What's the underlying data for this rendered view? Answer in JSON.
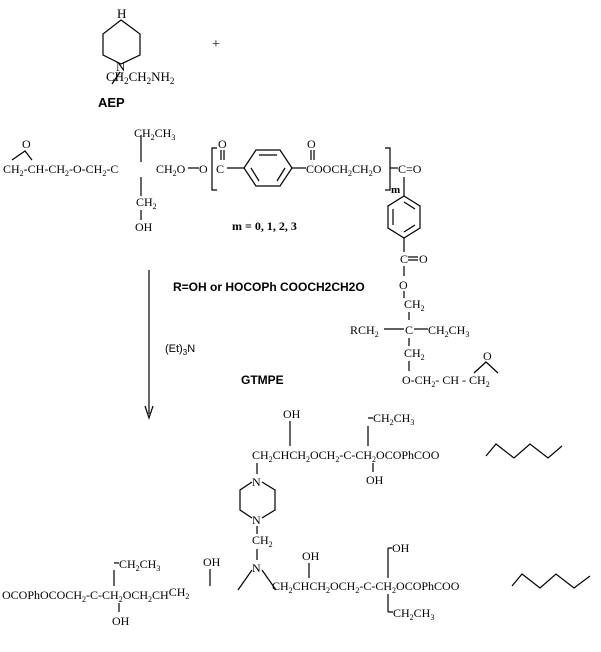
{
  "labels": {
    "plus": "+",
    "aep": "AEP",
    "gtmpe": "GTMPE",
    "catalyst_et": "(Et)",
    "catalyst_sub": "3",
    "catalyst_n": "N",
    "m_values": "m = 0, 1, 2, 3",
    "r_definition": "R=OH or HOCOPh COOCH2CH2O"
  },
  "aep": {
    "h": "H",
    "n_ring": "N",
    "n_chain": "N",
    "chain": "CH",
    "chain2": "CH",
    "nh": "NH"
  },
  "diglycidyl": {
    "left_chain": "CH",
    "left_chain2": "-CH-CH",
    "left_chain3": "-O-CH",
    "left_chain4": "-C",
    "ch2_1": "CH",
    "ethyl_top": "CH",
    "ethyl_top2": "CH",
    "ch2_down": "CH",
    "oh": "OH",
    "ch2o": "CH",
    "ch2o_o": "O",
    "o_after": "O",
    "c_carbonyl": "C",
    "ester_mid": "COOCH",
    "ester_mid2": "CH",
    "ester_mid3": "O",
    "bracket_m": "m",
    "c_eq_o": "C=O",
    "right_c": "C",
    "right_o_dbl": "O",
    "right_o": "O",
    "rch2": "RCH",
    "right_quat": "C",
    "right_ethyl": "CH",
    "right_ethyl2": "CH",
    "right_ch2_top": "CH",
    "right_ch2_bot": "CH",
    "right_tail": "O-CH",
    "right_tail2": "- CH - CH"
  },
  "product": {
    "oh_top": "OH",
    "ethyl_top": "CH",
    "ethyl_top2": "CH",
    "upper_chain": "CH",
    "upper_chain2": "CHCH",
    "upper_chain3": "OCH",
    "upper_chain4": "-C-CH",
    "upper_chain5": "OCOPhCOO",
    "upper_oh": "OH",
    "pip_n_top": "N",
    "pip_n_bot": "N",
    "ch2_link": "CH",
    "center_n": "N",
    "lower_left": "OCOPhOCOCH",
    "lower_left2": "-C-CH",
    "lower_left3": "OCH",
    "lower_left4": "CH",
    "lower_left5": "CH",
    "lower_left_ethyl": "CH",
    "lower_left_ethyl2": "CH",
    "lower_left_oh": "OH",
    "lower_oh_mid": "OH",
    "lower_right": "CH",
    "lower_right2": "CHCH",
    "lower_right3": "OCH",
    "lower_right4": "-C-CH",
    "lower_right5": "OCOPhCOO",
    "lower_right_oh_top": "OH",
    "lower_right_oh": "OH",
    "lower_right_ethyl": "CH",
    "lower_right_ethyl2": "CH"
  },
  "subscripts": {
    "two": "2",
    "three": "3"
  }
}
